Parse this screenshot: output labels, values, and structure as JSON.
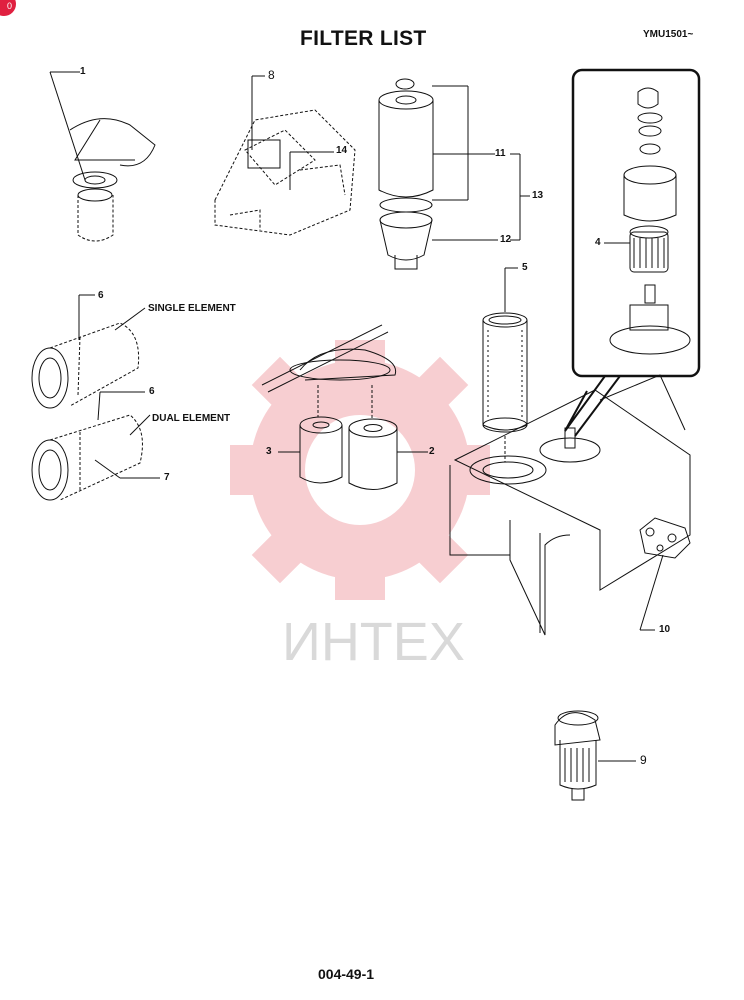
{
  "header": {
    "title": "FILTER LIST",
    "model_code": "YMU1501~"
  },
  "footer": {
    "page_code": "004-49-1"
  },
  "watermark": {
    "text": "ИНТЕХ",
    "color": "#f2b8bd"
  },
  "badge": {
    "text": "0"
  },
  "notes": {
    "single_element": "SINGLE ELEMENT",
    "dual_element": "DUAL ELEMENT"
  },
  "callouts": {
    "c1": "1",
    "c2": "2",
    "c3": "3",
    "c4": "4",
    "c5": "5",
    "c6a": "6",
    "c6b": "6",
    "c7": "7",
    "c8": "8",
    "c9": "9",
    "c10": "10",
    "c11": "11",
    "c12": "12",
    "c13": "13",
    "c14": "14"
  },
  "colors": {
    "line": "#111111",
    "inset_border": "#111111",
    "badge": "#e02040"
  }
}
